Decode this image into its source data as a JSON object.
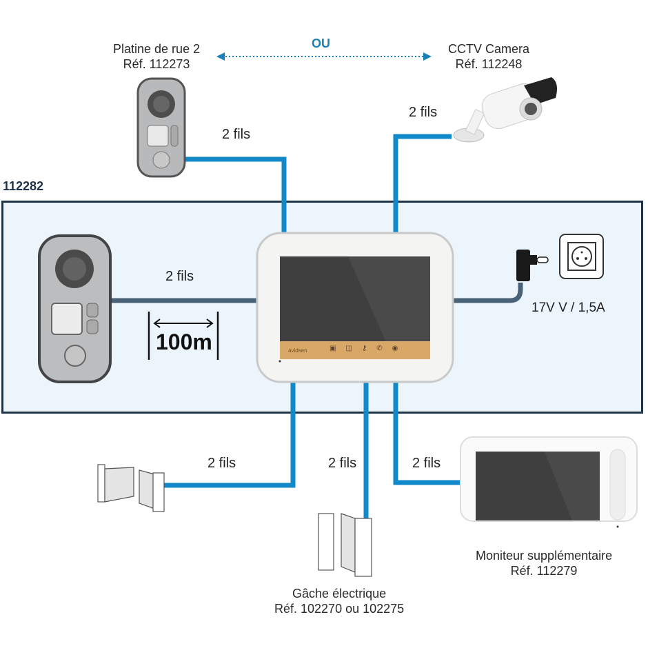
{
  "kit": {
    "reference": "112282"
  },
  "choice_label": "OU",
  "devices": {
    "door_station_2": {
      "name": "Platine de rue 2",
      "ref": "Réf. 112273"
    },
    "cctv_camera": {
      "name": "CCTV Camera",
      "ref": "Réf. 112248"
    },
    "extra_monitor": {
      "name": "Moniteur supplémentaire",
      "ref": "Réf. 112279"
    },
    "electric_strike": {
      "name": "Gâche électrique",
      "ref": "Réf. 102270 ou 102275"
    }
  },
  "wires": {
    "door_station_2": "2 fils",
    "cctv_camera": "2 fils",
    "main_door_station": "2 fils",
    "gate_motor": "2 fils",
    "electric_strike": "2 fils",
    "extra_monitor": "2 fils"
  },
  "max_distance": "100m",
  "power_supply": "17V V / 1,5A",
  "monitor_brand": "avidsen",
  "colors": {
    "wire_blue": "#1188c8",
    "wire_dark": "#4a6278",
    "box_border": "#1f3347",
    "box_fill": "#edf5fc",
    "accent_text": "#1a80b8",
    "wood_panel": "#d9a766"
  }
}
